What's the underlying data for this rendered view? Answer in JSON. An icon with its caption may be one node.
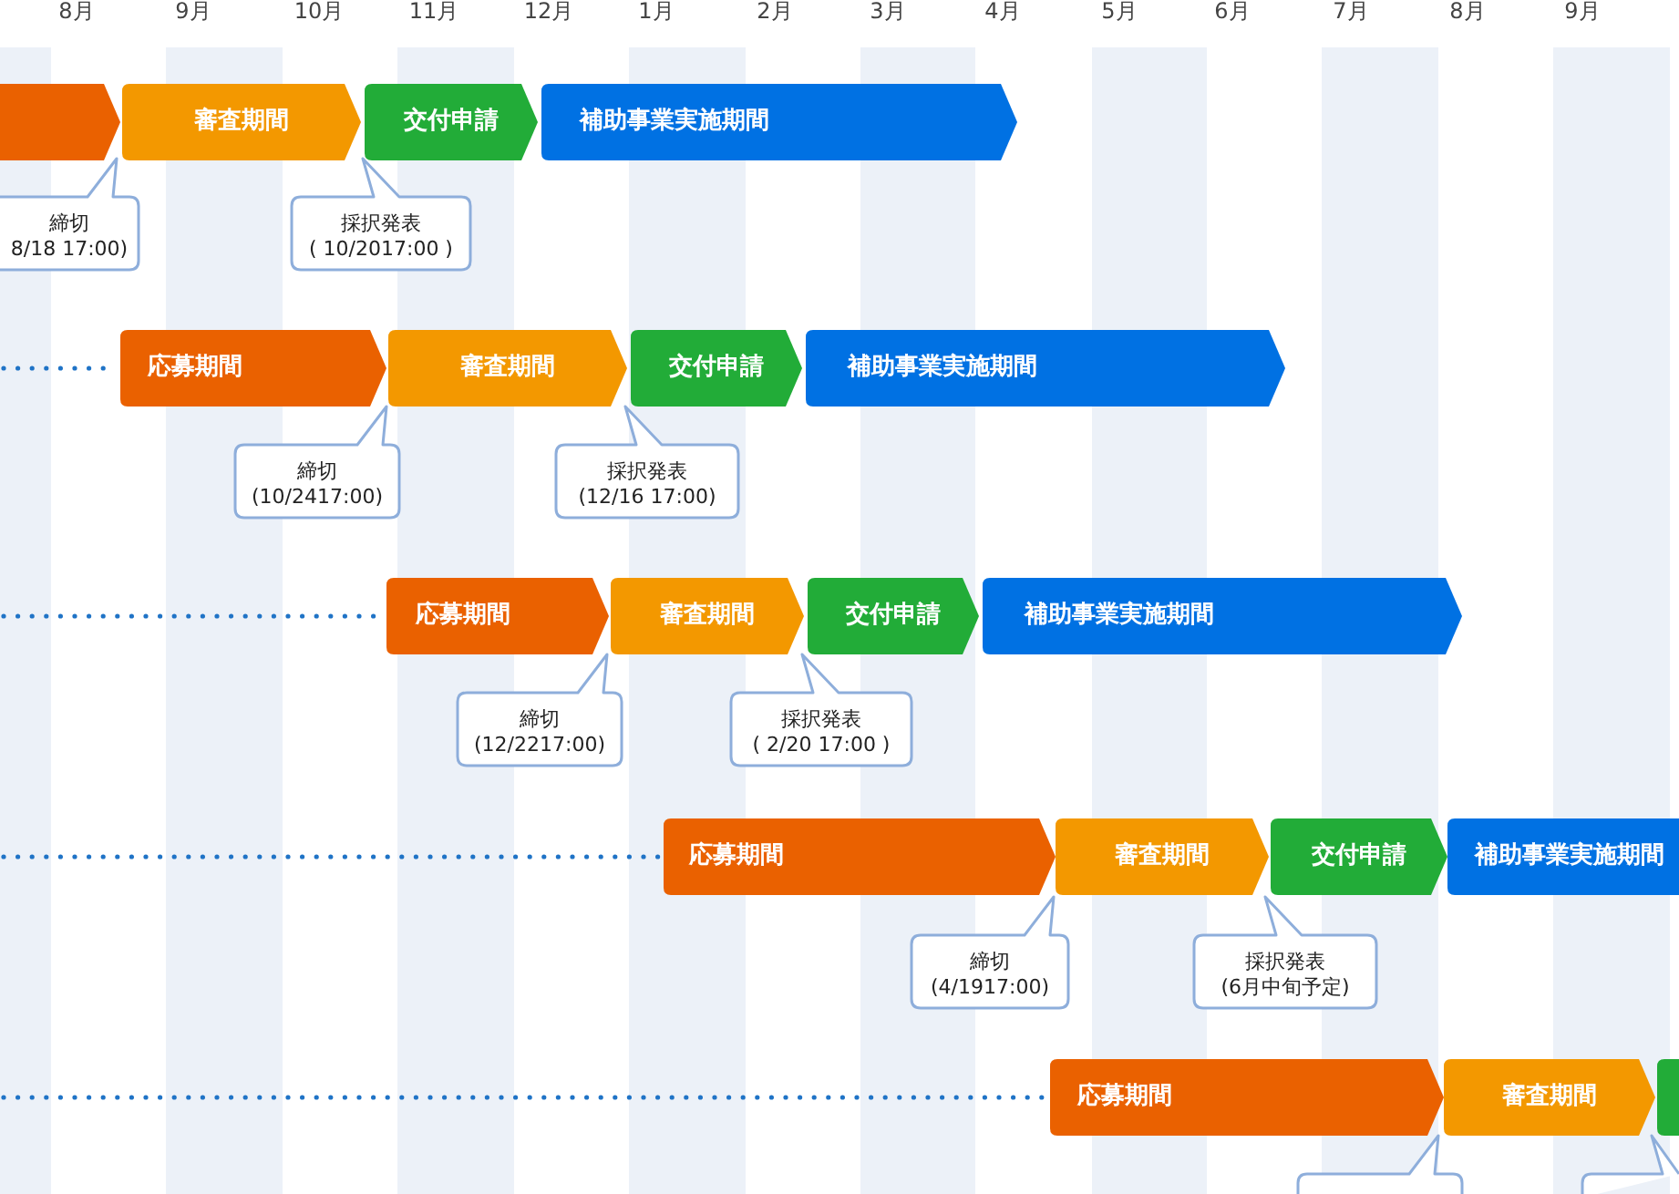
{
  "diagram": {
    "nodes": [
      {
        "text": [],
        "shape": "bar"
      },
      {
        "text": [
          "審査期間"
        ]
      },
      {
        "text": [
          "交付申請"
        ]
      },
      {
        "text": [
          "補助事業実施期間"
        ]
      },
      {
        "text": [
          "締切",
          "8/18 17:00)"
        ]
      },
      {
        "text": [
          "採択発表",
          "( 10/2017:00 )"
        ]
      },
      {
        "text": [
          "応募期間"
        ]
      },
      {
        "text": [
          "審査期間"
        ]
      },
      {
        "text": [
          "交付申請"
        ]
      },
      {
        "text": [
          "補助事業実施期間"
        ]
      },
      {
        "text": [
          "締切",
          "(10/2417:00)"
        ]
      },
      {
        "text": [
          "採択発表",
          "(12/16 17:00)"
        ]
      },
      {
        "text": [
          "応募期間"
        ]
      },
      {
        "text": [
          "審査期間"
        ]
      },
      {
        "text": [
          "交付申請"
        ]
      },
      {
        "text": [
          "補助事業実施期間"
        ]
      },
      {
        "text": [
          "締切",
          "(12/2217:00)"
        ]
      },
      {
        "text": [
          "採択発表",
          "( 2/20 17:00 )"
        ]
      },
      {
        "text": [
          "応募期間"
        ]
      },
      {
        "text": [
          "審査期間"
        ]
      },
      {
        "text": [
          "交付申請"
        ]
      },
      {
        "text": [
          "補助事業実施期間"
        ]
      },
      {
        "text": [
          "締切",
          "(4/1917:00)"
        ]
      },
      {
        "text": [
          "採択発表",
          "(6月中旬予定)"
        ]
      },
      {
        "text": [
          "応募期間"
        ]
      },
      {
        "text": [
          "審査期間"
        ]
      },
      {
        "text": [],
        "shape": "bar"
      },
      {
        "text": [],
        "shape": "box"
      },
      {
        "text": [],
        "shape": "box"
      }
    ],
    "edges": [
      {
        "from": null,
        "to": 6,
        "arrow": "none",
        "style": "dashed"
      },
      {
        "from": null,
        "to": 12,
        "arrow": "none",
        "style": "dashed"
      },
      {
        "from": null,
        "to": 18,
        "arrow": "none",
        "style": "dashed"
      },
      {
        "from": null,
        "to": 24,
        "arrow": "none",
        "style": "dashed"
      }
    ],
    "labels": [
      "8月",
      "9月",
      "10月",
      "11月",
      "12月",
      "1月",
      "2月",
      "3月",
      "4月",
      "5月",
      "6月",
      "7月",
      "8月",
      "9月"
    ]
  }
}
